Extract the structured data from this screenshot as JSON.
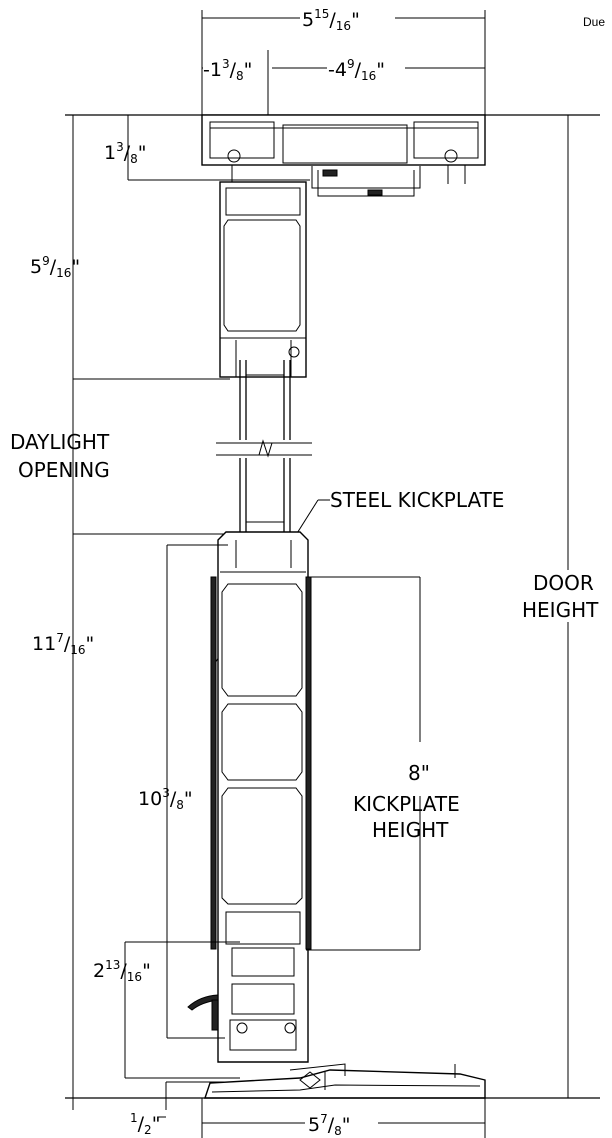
{
  "corner_note": "Due",
  "dimensions": {
    "top_overall": {
      "whole": "5",
      "num": "15",
      "den": "16",
      "mark": "\""
    },
    "top_left": {
      "prefix": "-",
      "whole": "1",
      "num": "3",
      "den": "8",
      "mark": "\""
    },
    "top_right": {
      "prefix": "-",
      "whole": "4",
      "num": "9",
      "den": "16",
      "mark": "\""
    },
    "header_depth": {
      "whole": "1",
      "num": "3",
      "den": "8",
      "mark": "\""
    },
    "top_rail": {
      "whole": "5",
      "num": "9",
      "den": "16",
      "mark": "\""
    },
    "bottom_overall": {
      "whole": "11",
      "num": "7",
      "den": "16",
      "mark": "\""
    },
    "bottom_rail": {
      "whole": "10",
      "num": "3",
      "den": "8",
      "mark": "\""
    },
    "sweep": {
      "whole": "2",
      "num": "13",
      "den": "16",
      "mark": "\""
    },
    "threshold": {
      "whole": "",
      "num": "1",
      "den": "2",
      "mark": "\""
    },
    "base_width": {
      "whole": "5",
      "num": "7",
      "den": "8",
      "mark": "\""
    },
    "kickplate": {
      "value": "8\""
    }
  },
  "labels": {
    "daylight_line1": "DAYLIGHT",
    "daylight_line2": "OPENING",
    "steel_kickplate": "STEEL KICKPLATE",
    "kickplate_line1": "KICKPLATE",
    "kickplate_line2": "HEIGHT",
    "door_line1": "DOOR",
    "door_line2": "HEIGHT"
  }
}
